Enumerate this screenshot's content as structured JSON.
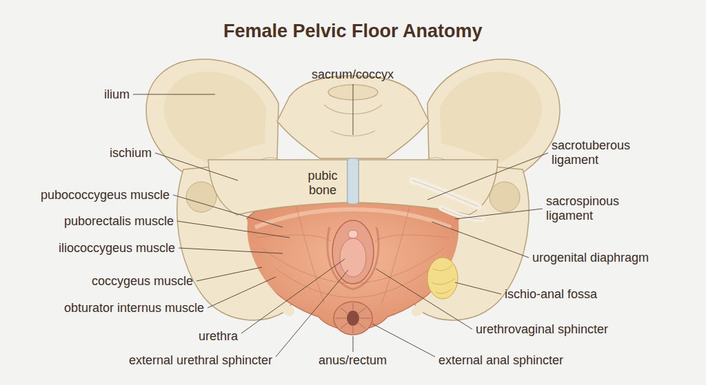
{
  "diagram": {
    "title": "Female Pelvic Floor Anatomy",
    "labels": [
      "ilium",
      "sacrum/coccyx",
      "ischium",
      "pubic bone",
      "sacrotuberous ligament",
      "pubococcygeus muscle",
      "sacrospinous ligament",
      "puborectalis muscle",
      "iliococcygeus muscle",
      "urogenital diaphragm",
      "coccygeus muscle",
      "ischio-anal fossa",
      "obturator internus muscle",
      "urethrovaginal sphincter",
      "urethra",
      "external urethral sphincter",
      "anus/rectum",
      "external anal sphincter"
    ]
  }
}
